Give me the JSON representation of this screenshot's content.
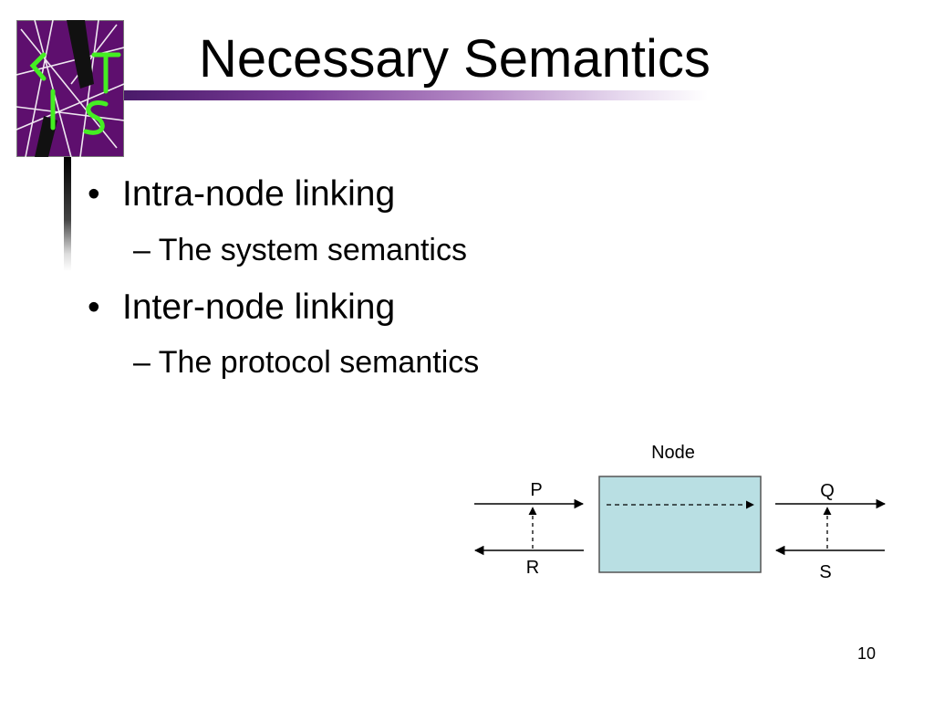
{
  "slide": {
    "title": "Necessary Semantics",
    "page_number": "10"
  },
  "bullets": [
    {
      "marker": "•",
      "text": "Intra-node linking",
      "sub": {
        "marker": "–",
        "text": "The system semantics"
      }
    },
    {
      "marker": "•",
      "text": "Inter-node linking",
      "sub": {
        "marker": "–",
        "text": "The protocol semantics"
      }
    }
  ],
  "diagram": {
    "node_label": "Node",
    "labels": {
      "p": "P",
      "q": "Q",
      "r": "R",
      "s": "S"
    },
    "node_fill": "#b9dfe3"
  },
  "logo": {
    "letters": [
      "C",
      "T",
      "I",
      "S"
    ],
    "background": "#5e0f6e",
    "letter_color": "#44ee22"
  }
}
